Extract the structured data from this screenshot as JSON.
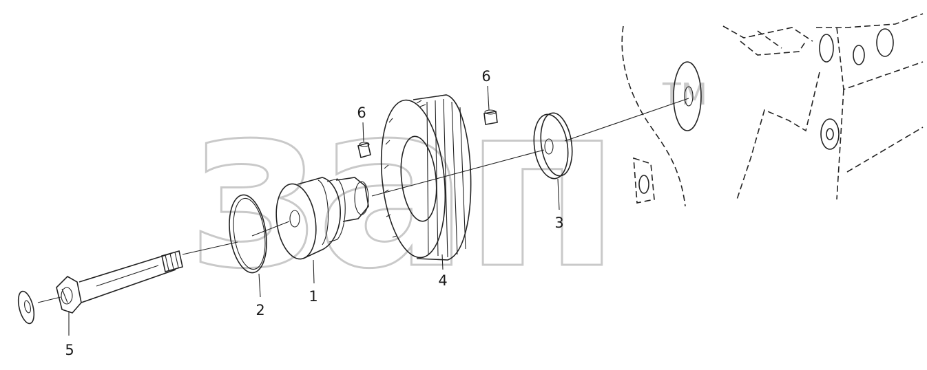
{
  "watermark": {
    "text": "зап",
    "trademark": "TM"
  },
  "callouts": [
    {
      "id": "1",
      "label": "1"
    },
    {
      "id": "2",
      "label": "2"
    },
    {
      "id": "3",
      "label": "3"
    },
    {
      "id": "4",
      "label": "4"
    },
    {
      "id": "5",
      "label": "5"
    },
    {
      "id": "6a",
      "label": "6"
    },
    {
      "id": "6b",
      "label": "6"
    }
  ],
  "parts": [
    {
      "number": "1",
      "name": "intermediate-gear-hub-icon"
    },
    {
      "number": "2",
      "name": "o-ring-icon"
    },
    {
      "number": "3",
      "name": "thrust-washer-icon"
    },
    {
      "number": "4",
      "name": "gear-icon"
    },
    {
      "number": "5",
      "name": "bolt-with-washer-icon"
    },
    {
      "number": "6",
      "name": "dowel-pin-icon"
    }
  ],
  "colors": {
    "ink": "#222222",
    "watermark": "#c9c9c9",
    "background": "#ffffff"
  }
}
